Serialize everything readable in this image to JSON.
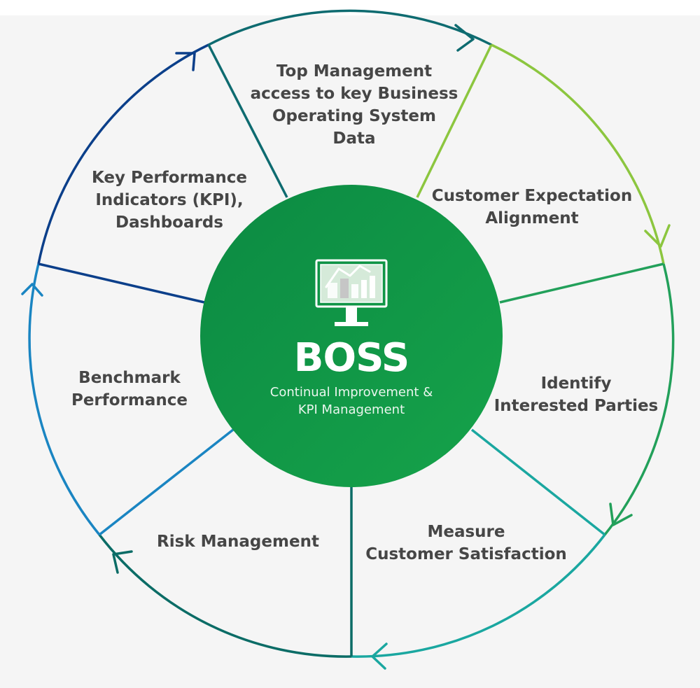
{
  "colors": {
    "background": "#f5f5f5",
    "center_start": "#0b8a43",
    "center_end": "#16a34a",
    "text": "#464646",
    "arc_top": "#0e6b70",
    "arc_top_right": "#8cc63f",
    "arc_right": "#22a05a",
    "arc_bottom_right": "#1aa7a0",
    "arc_bottom": "#0b6c66",
    "arc_left": "#1a85c2",
    "arc_top_left": "#0b3f8a"
  },
  "center": {
    "icon": "monitor-chart-icon",
    "title": "BOSS",
    "subtitle": "Continual Improvement &\nKPI Management"
  },
  "segments": [
    {
      "label": "Top Management\naccess to key Business\nOperating System\nData"
    },
    {
      "label": "Customer Expectation\nAlignment"
    },
    {
      "label": "Identify\nInterested Parties"
    },
    {
      "label": "Measure\nCustomer Satisfaction"
    },
    {
      "label": "Risk Management"
    },
    {
      "label": "Benchmark\nPerformance"
    },
    {
      "label": "Key Performance\nIndicators (KPI),\nDashboards"
    }
  ]
}
